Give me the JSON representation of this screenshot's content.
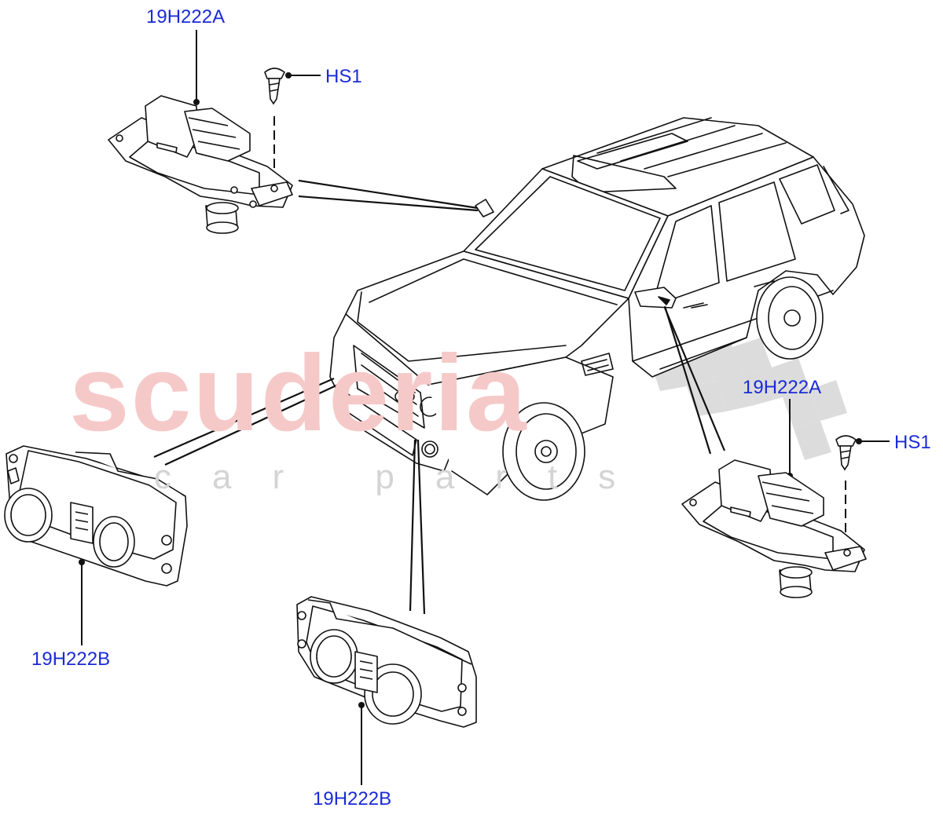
{
  "watermark": {
    "brand": "scuderia",
    "tagline": "car parts",
    "brand_color": "#f6c9c9",
    "tagline_color": "#d4d4d4"
  },
  "callouts": {
    "top_left_module": "19H222A",
    "top_left_screw": "HS1",
    "right_module": "19H222A",
    "right_screw": "HS1",
    "left_sensor": "19H222B",
    "bottom_sensor": "19H222B"
  },
  "colors": {
    "callout_text": "#1a2bd8",
    "line_art": "#111111"
  }
}
